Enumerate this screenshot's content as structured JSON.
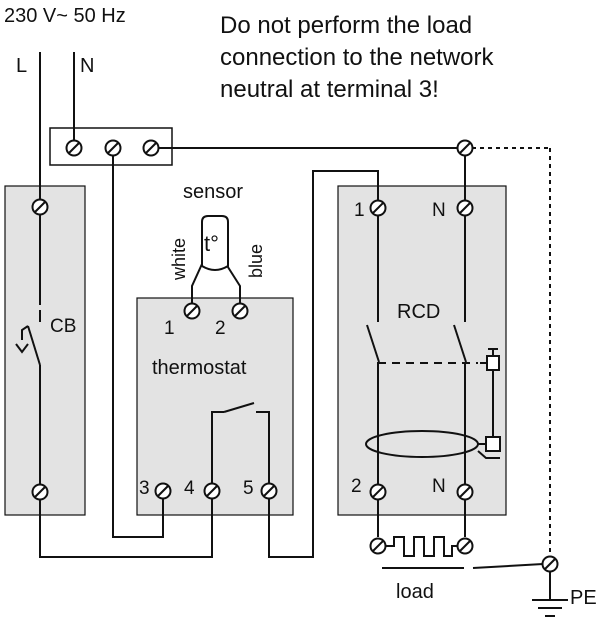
{
  "supply": {
    "voltage": "230 V~ 50 Hz",
    "line": "L",
    "neutral": "N"
  },
  "warning": [
    "Do not perform the load",
    "connection to the network",
    "neutral at terminal 3!"
  ],
  "circuit_breaker": {
    "label": "CB"
  },
  "sensor": {
    "title": "sensor",
    "symbol": "t°",
    "wire_left": "white",
    "wire_right": "blue"
  },
  "thermostat": {
    "label": "thermostat",
    "terminals": {
      "t1": "1",
      "t2": "2",
      "t3": "3",
      "t4": "4",
      "t5": "5"
    }
  },
  "rcd": {
    "label": "RCD",
    "terminals": {
      "in_l": "1",
      "in_n": "N",
      "out_l": "2",
      "out_n": "N"
    }
  },
  "load": {
    "label": "load"
  },
  "earth": {
    "label": "PE"
  }
}
